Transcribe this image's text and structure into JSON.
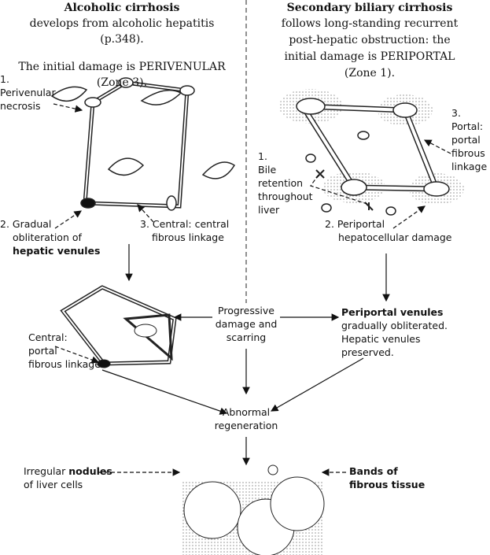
{
  "left_header": {
    "title": "Alcoholic cirrhosis",
    "line1": "develops from alcoholic hepatitis",
    "line2": "(p.348).",
    "line3": "The initial damage is PERIVENULAR",
    "line4": "(Zone 3)."
  },
  "right_header": {
    "title": "Secondary biliary cirrhosis",
    "line1": "follows long-standing recurrent",
    "line2": "post-hepatic obstruction: the",
    "line3": "initial damage is PERIPORTAL",
    "line4": "(Zone 1)."
  },
  "left_labels": {
    "l1": [
      "1.",
      "Perivenular",
      "necrosis"
    ],
    "l2": [
      "2. Gradual",
      "obliteration of",
      "hepatic venules"
    ],
    "l3": [
      "3. Central: central",
      "fibrous linkage"
    ],
    "l4": [
      "Central:",
      "portal",
      "fibrous linkage"
    ]
  },
  "right_labels": {
    "r3": [
      "3.",
      "Portal:",
      "portal",
      "fibrous",
      "linkage"
    ],
    "r1": [
      "1.",
      "Bile",
      "retention",
      "throughout",
      "liver"
    ],
    "r2": [
      "2. Periportal",
      "hepatocellular damage"
    ],
    "r4": [
      "Periportal venules",
      "gradually obliterated.",
      "Hepatic venules",
      "preserved."
    ]
  },
  "center": {
    "progressive": [
      "Progressive",
      "damage and",
      "scarring"
    ],
    "regeneration": [
      "Abnormal",
      "regeneration"
    ]
  },
  "bottom": {
    "nodules": [
      "Irregular ",
      "nodules",
      "of liver cells"
    ],
    "bands": [
      "Bands of",
      "fibrous tissue"
    ]
  }
}
